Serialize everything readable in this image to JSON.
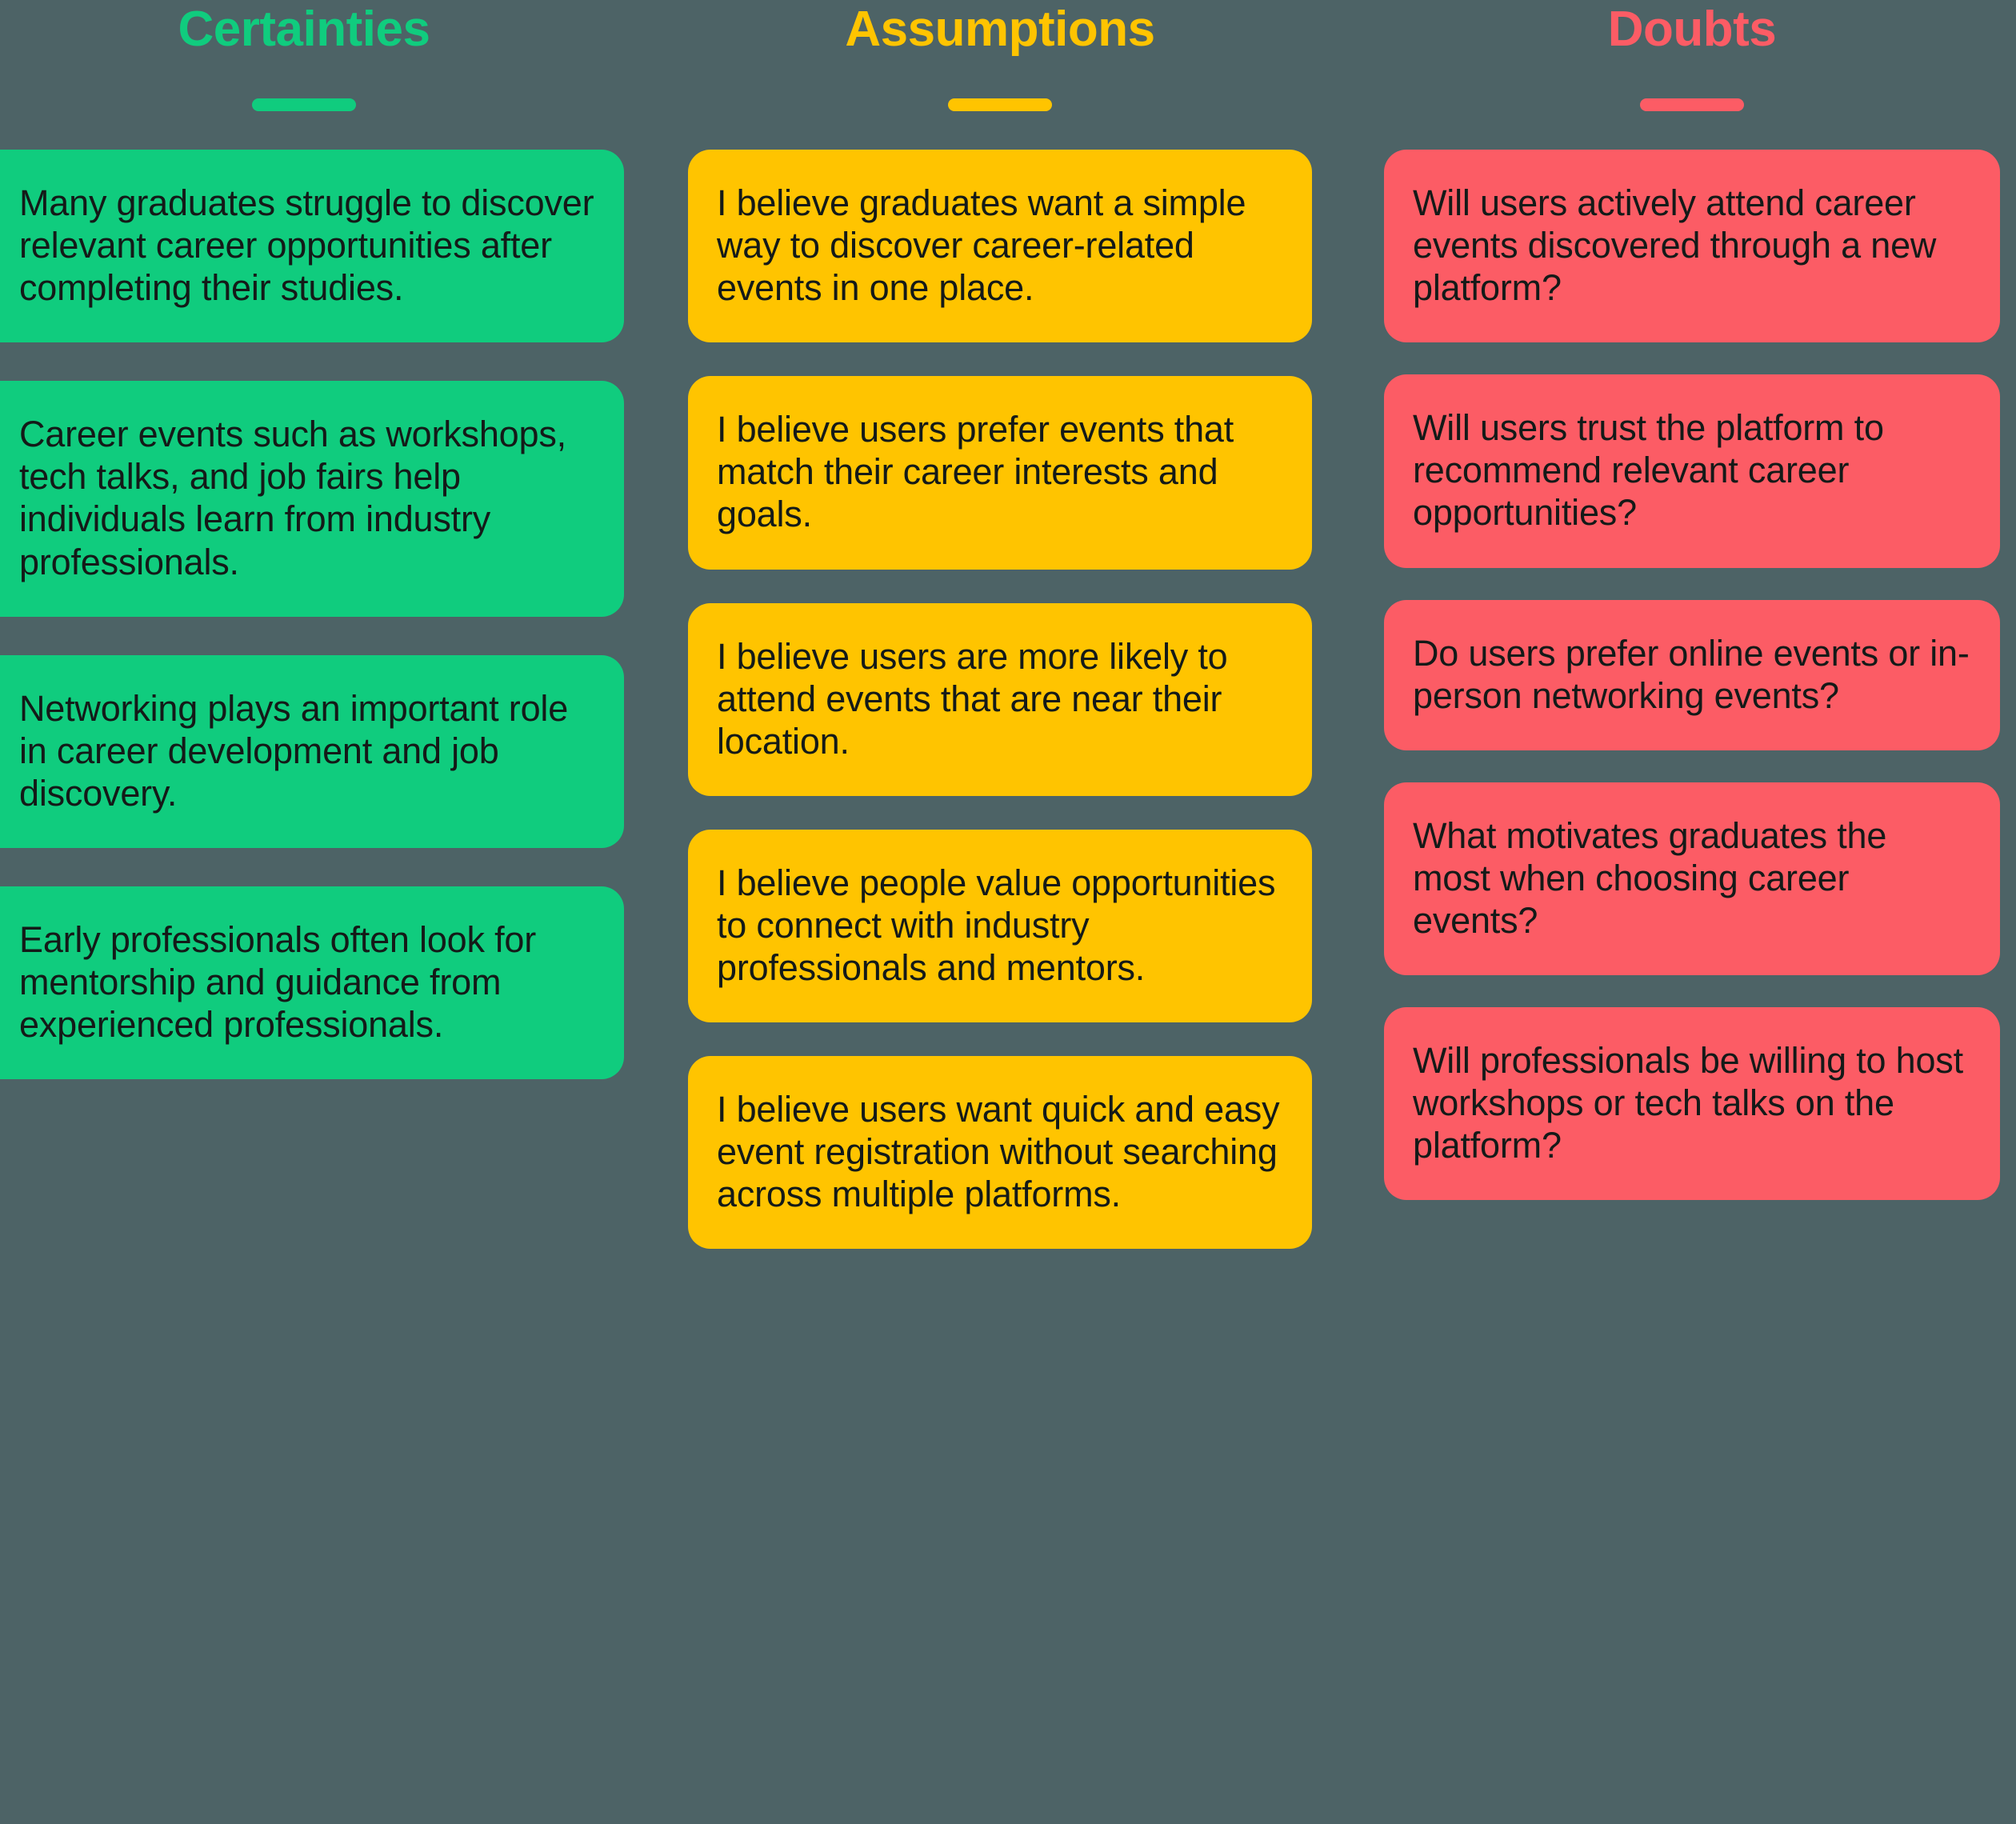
{
  "palette": {
    "background": "#4d6366",
    "certainties": "#10CC7E",
    "assumptions": "#FFC400",
    "doubts": "#FC5C65",
    "card_text": "#141a18"
  },
  "columns": [
    {
      "id": "certainties",
      "title": "Certainties",
      "accent": "#10CC7E",
      "cards": [
        {
          "text": "Many graduates struggle to discover relevant career opportunities after completing their studies."
        },
        {
          "text": "Career events such as workshops, tech talks, and job fairs help individuals learn from industry professionals."
        },
        {
          "text": "Networking plays an important role in career development and job discovery."
        },
        {
          "text": "Early professionals often look for mentorship and guidance from experienced professionals."
        }
      ]
    },
    {
      "id": "assumptions",
      "title": "Assumptions",
      "accent": "#FFC400",
      "cards": [
        {
          "text": "I believe graduates want a simple way to discover career-related events in one place."
        },
        {
          "text": "I believe users prefer events that match their career interests and goals."
        },
        {
          "text": "I believe users are more likely to attend events that are near their location."
        },
        {
          "text": "I believe people value opportunities to connect with industry professionals and mentors."
        },
        {
          "text": "I believe users want quick and easy event registration without searching across multiple platforms."
        }
      ]
    },
    {
      "id": "doubts",
      "title": "Doubts",
      "accent": "#FC5C65",
      "cards": [
        {
          "text": "Will users actively attend career events discovered through a new platform?"
        },
        {
          "text": "Will users trust the platform to recommend relevant career opportunities?"
        },
        {
          "text": "Do users prefer online events or in-person networking events?"
        },
        {
          "text": "What motivates graduates the most when choosing career events?"
        },
        {
          "text": "Will professionals be willing to host workshops or tech talks on the platform?"
        }
      ]
    }
  ]
}
